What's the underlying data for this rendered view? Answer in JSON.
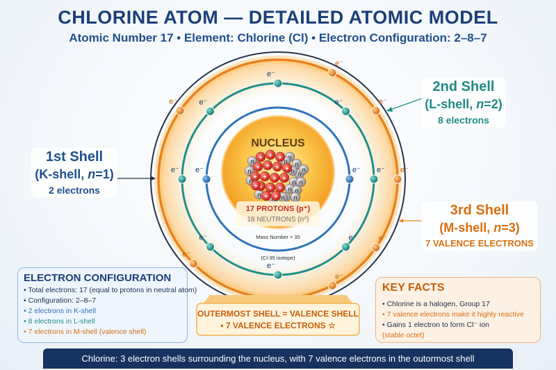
{
  "title": "CHLORINE ATOM — DETAILED ATOMIC MODEL",
  "subtitle": "Atomic Number 17 • Element: Chlorine (Cl) • Electron Configuration: 2–8–7",
  "nucleus": {
    "label": "NUCLEUS",
    "protons": "17 PROTONS (p⁺)",
    "neutrons": "18 NEUTRONS (n⁰)",
    "mass_number": "Mass Number = 35",
    "isotope": "(Cl-35 isotope)",
    "proton_symbol": "+",
    "neutron_symbol": "n"
  },
  "electron_symbol": "e⁻",
  "shells": [
    {
      "title": "1st Shell",
      "subtitle_prefix": "(K-shell, ",
      "n_var": "n",
      "n_val": "=1)",
      "count": "2 electrons",
      "electrons": 2,
      "color": "#2e73b8"
    },
    {
      "title": "2nd Shell",
      "subtitle_prefix": "(L-shell, ",
      "n_var": "n",
      "n_val": "=2)",
      "count": "8 electrons",
      "electrons": 8,
      "color": "#1f8f8a"
    },
    {
      "title": "3rd Shell",
      "subtitle_prefix": "(M-shell, ",
      "n_var": "n",
      "n_val": "=3)",
      "count": "7 VALENCE ELECTRONS",
      "electrons": 7,
      "color": "#e8821e"
    }
  ],
  "valence_banner": {
    "line1": "OUTERMOST SHELL = VALENCE SHELL",
    "line2": "• 7 VALENCE ELECTRONS ☆"
  },
  "config_box": {
    "title": "ELECTRON CONFIGURATION",
    "items": [
      {
        "text": "• Total electrons: 17 (equal to protons in neutral atom)",
        "color": "#1c2e4a"
      },
      {
        "text": "• Configuration: 2–8–7",
        "color": "#1c2e4a"
      },
      {
        "text": "• 2 electrons in K-shell",
        "color": "#2e73b8"
      },
      {
        "text": "• 8 electrons in L-shell",
        "color": "#1f8f8a"
      },
      {
        "text": "• 7 electrons in M-shell (valence shell)",
        "color": "#d96f10"
      }
    ]
  },
  "facts_box": {
    "title": "KEY FACTS",
    "items": [
      {
        "text": "• Chlorine is a halogen, Group 17",
        "color": "#1c2e4a"
      },
      {
        "text": "• 7 valence electrons make it highly reactive",
        "color": "#d96f10"
      },
      {
        "text": "• Gains 1 electron to form Cl⁻ ion",
        "color": "#1c2e4a"
      },
      {
        "text": "   (stable octet)",
        "color": "#d96f10"
      }
    ]
  },
  "footer": "Chlorine: 3 electron shells surrounding the nucleus, with 7 valence electrons in the outormost shell",
  "colors": {
    "navy": "#16335f",
    "shell1": "#2e73b8",
    "shell2": "#1f8f8a",
    "shell3": "#e8821e",
    "proton": "#e0332f",
    "neutron": "#a9a9ae"
  }
}
